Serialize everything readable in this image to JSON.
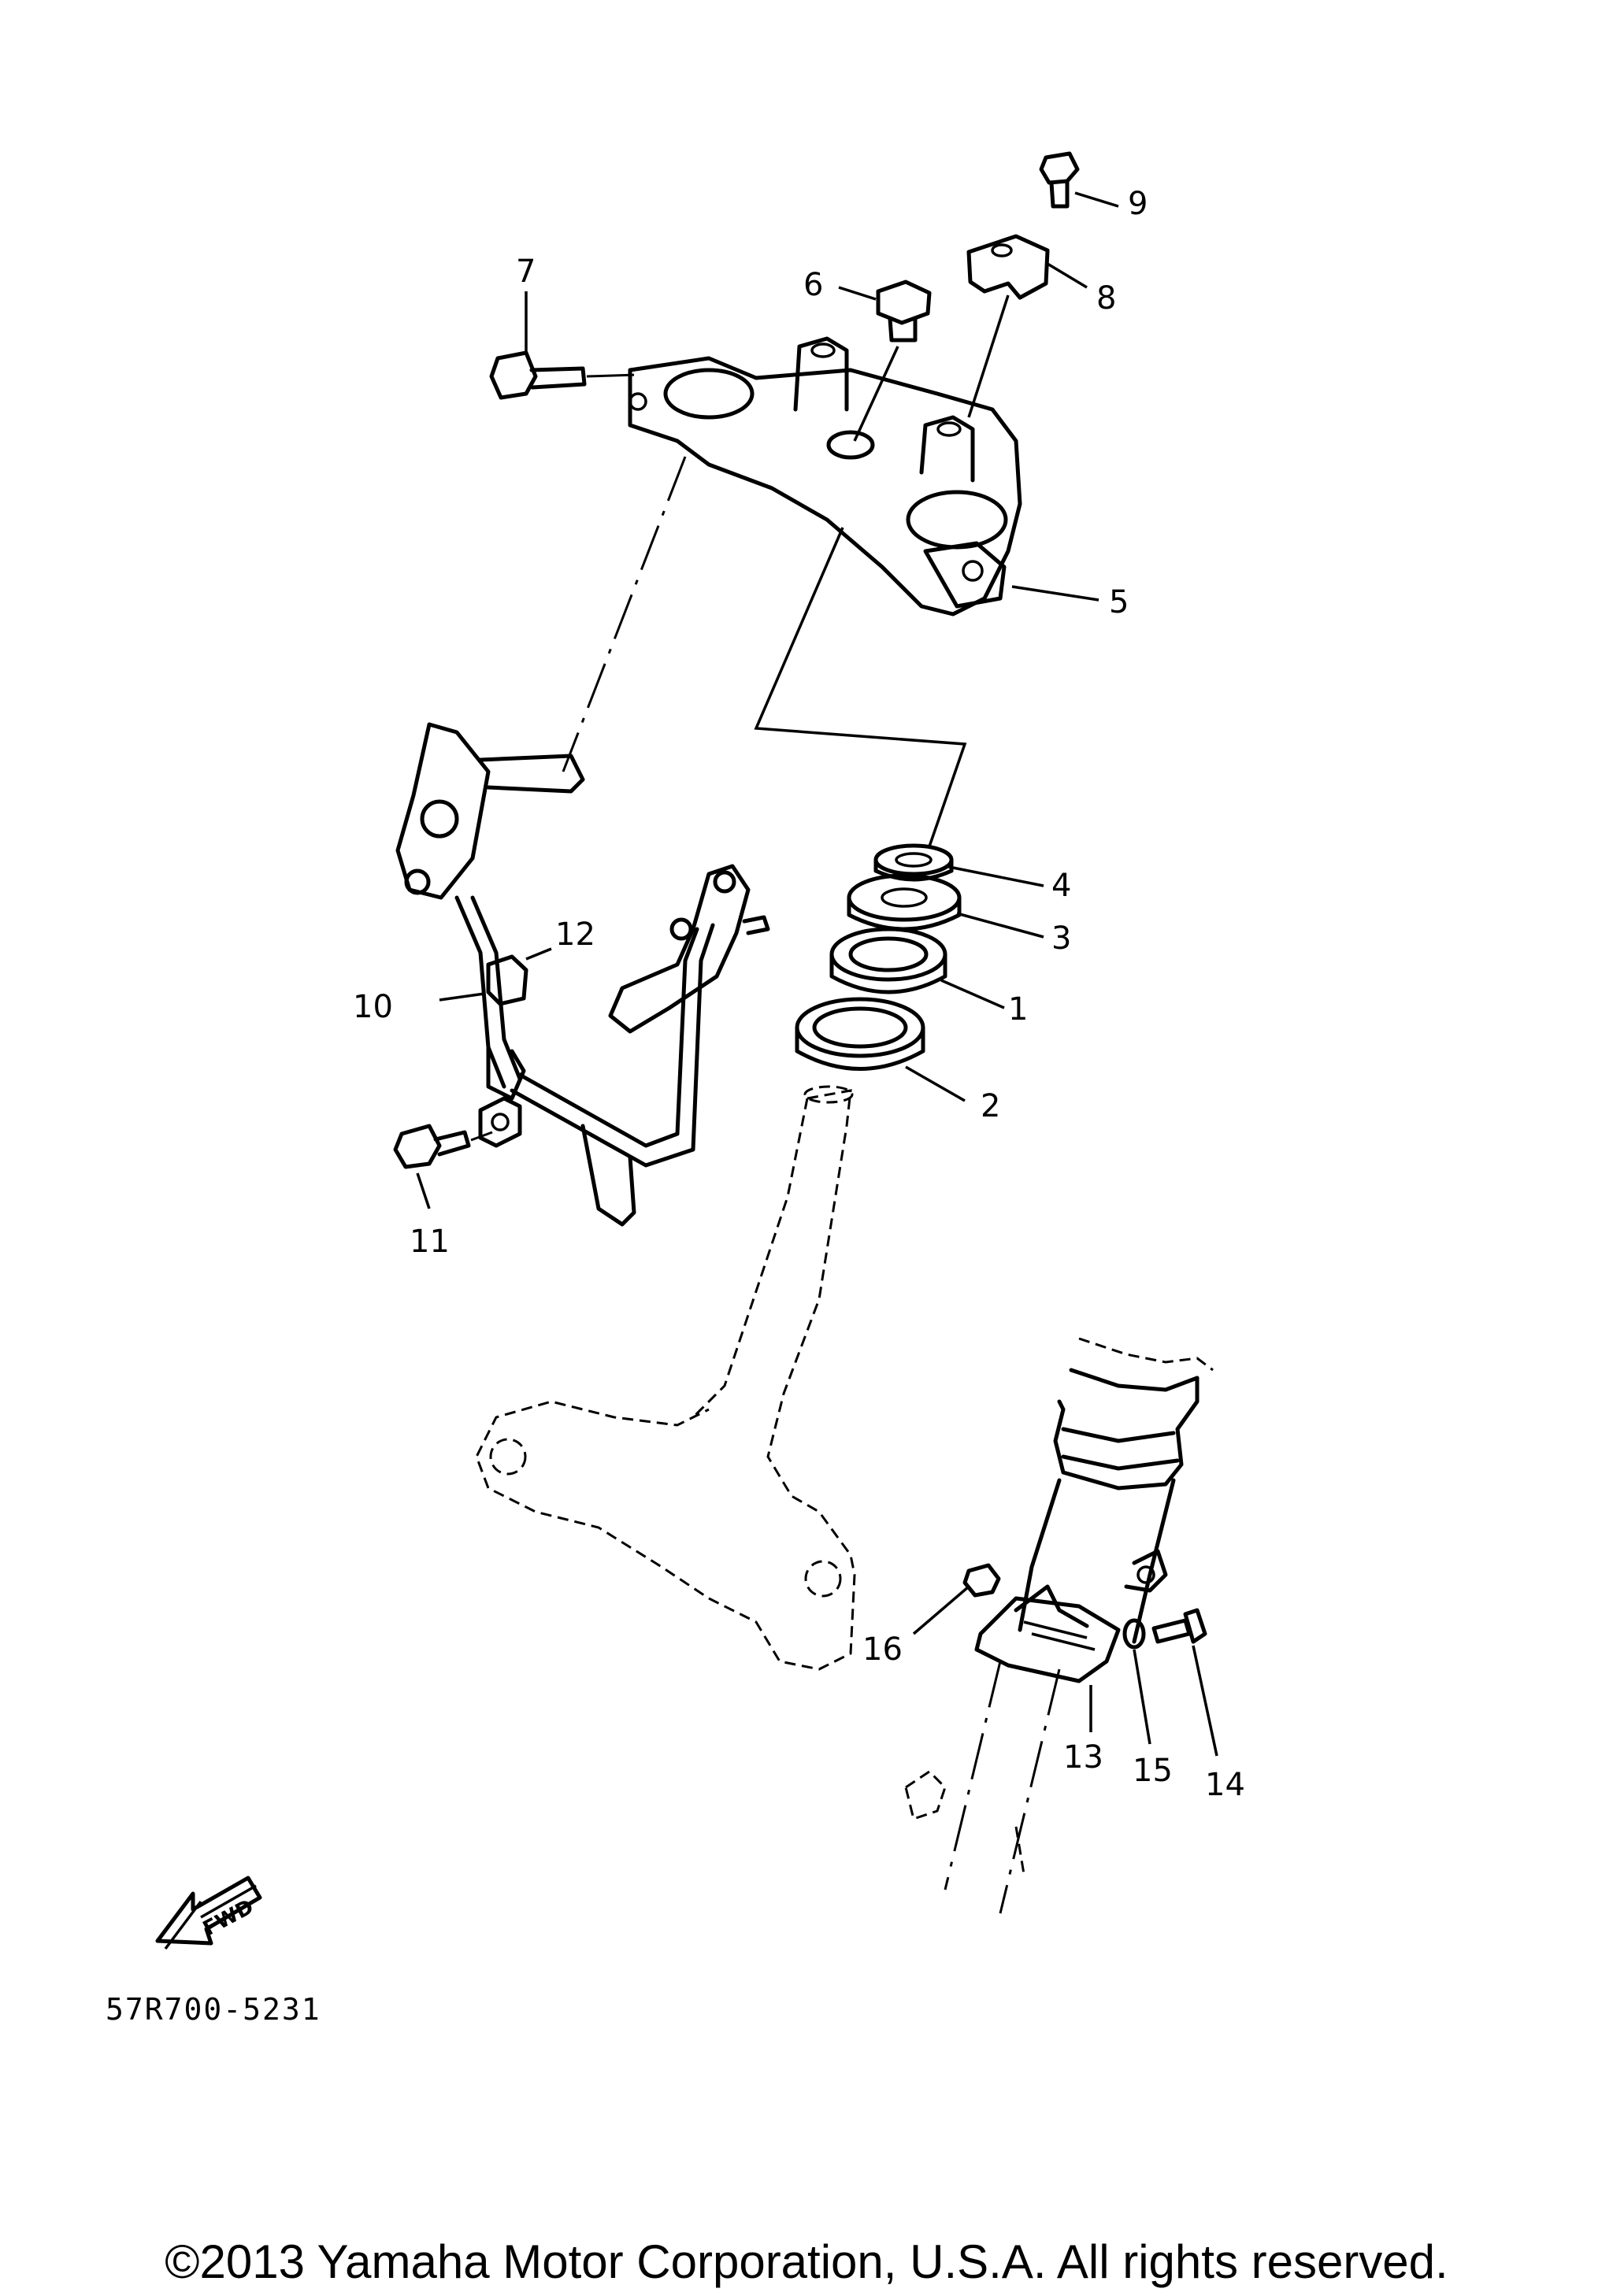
{
  "callouts": {
    "c1": "1",
    "c2": "2",
    "c3": "3",
    "c4": "4",
    "c5": "5",
    "c6": "6",
    "c7": "7",
    "c8": "8",
    "c9": "9",
    "c10": "10",
    "c11": "11",
    "c12": "12",
    "c13": "13",
    "c14": "14",
    "c15": "15",
    "c16": "16"
  },
  "fwd_label": "FWD",
  "drawing_code": "57R700-5231",
  "copyright": "©2013 Yamaha Motor Corporation, U.S.A. All rights reserved."
}
